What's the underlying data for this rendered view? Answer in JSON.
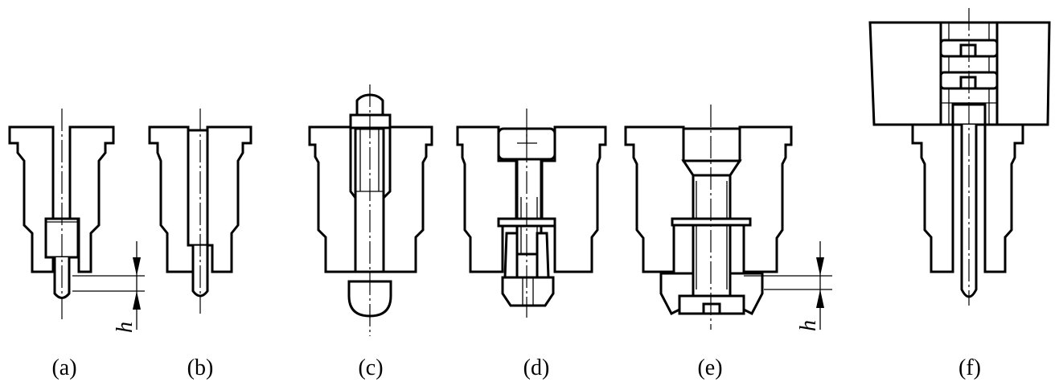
{
  "figures": [
    {
      "id": "a",
      "label": "(a)"
    },
    {
      "id": "b",
      "label": "(b)"
    },
    {
      "id": "c",
      "label": "(c)"
    },
    {
      "id": "d",
      "label": "(d)"
    },
    {
      "id": "e",
      "label": "(e)"
    },
    {
      "id": "f",
      "label": "(f)"
    }
  ],
  "dimension_label": "h"
}
